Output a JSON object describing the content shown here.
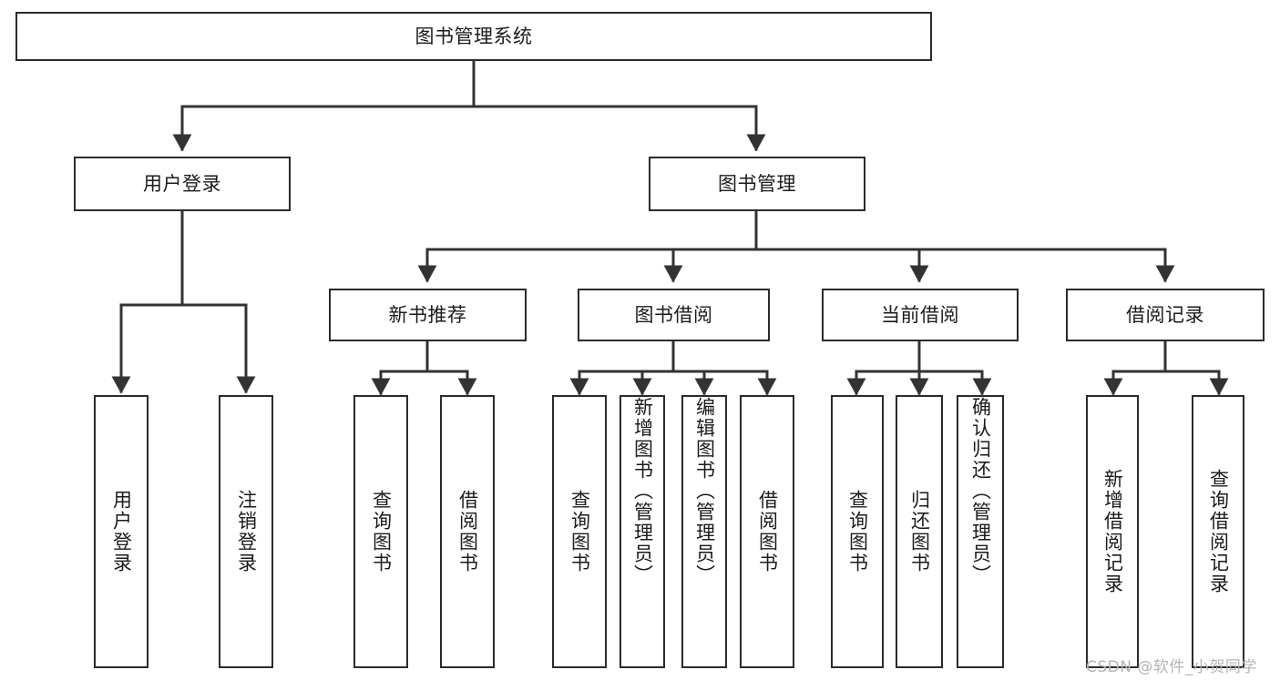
{
  "diagram": {
    "title": "图书管理系统",
    "type": "tree-hierarchy",
    "root": {
      "id": "root",
      "label": "图书管理系统"
    },
    "level2": [
      {
        "id": "user-login",
        "label": "用户登录"
      },
      {
        "id": "book-manage",
        "label": "图书管理"
      }
    ],
    "level3": [
      {
        "id": "new-book-rec",
        "label": "新书推荐",
        "parent": "book-manage"
      },
      {
        "id": "book-borrow",
        "label": "图书借阅",
        "parent": "book-manage"
      },
      {
        "id": "current-borrow",
        "label": "当前借阅",
        "parent": "book-manage"
      },
      {
        "id": "borrow-record",
        "label": "借阅记录",
        "parent": "book-manage"
      }
    ],
    "leaves": [
      {
        "id": "leaf-user-login",
        "label": "用户登录",
        "parent": "user-login"
      },
      {
        "id": "leaf-user-logout",
        "label": "注销登录",
        "parent": "user-login"
      },
      {
        "id": "leaf-query-book-1",
        "label": "查询图书",
        "parent": "new-book-rec"
      },
      {
        "id": "leaf-borrow-book-1",
        "label": "借阅图书",
        "parent": "new-book-rec"
      },
      {
        "id": "leaf-query-book-2",
        "label": "查询图书",
        "parent": "book-borrow"
      },
      {
        "id": "leaf-add-book",
        "label": "新增图书（管理员）",
        "parent": "book-borrow"
      },
      {
        "id": "leaf-edit-book",
        "label": "编辑图书（管理员）",
        "parent": "book-borrow"
      },
      {
        "id": "leaf-borrow-book-2",
        "label": "借阅图书",
        "parent": "book-borrow"
      },
      {
        "id": "leaf-query-book-3",
        "label": "查询图书",
        "parent": "current-borrow"
      },
      {
        "id": "leaf-return-book",
        "label": "归还图书",
        "parent": "current-borrow"
      },
      {
        "id": "leaf-confirm-return",
        "label": "确认归还（管理员）",
        "parent": "current-borrow"
      },
      {
        "id": "leaf-add-record",
        "label": "新增借阅记录",
        "parent": "borrow-record"
      },
      {
        "id": "leaf-query-record",
        "label": "查询借阅记录",
        "parent": "borrow-record"
      }
    ]
  },
  "watermark": {
    "text": "CSDN @软件_小贺同学"
  },
  "colors": {
    "border": "#2b2b2b",
    "background": "#ffffff",
    "text": "#1b1b1b",
    "edge": "#333333",
    "watermark": "#b4b4b4"
  }
}
